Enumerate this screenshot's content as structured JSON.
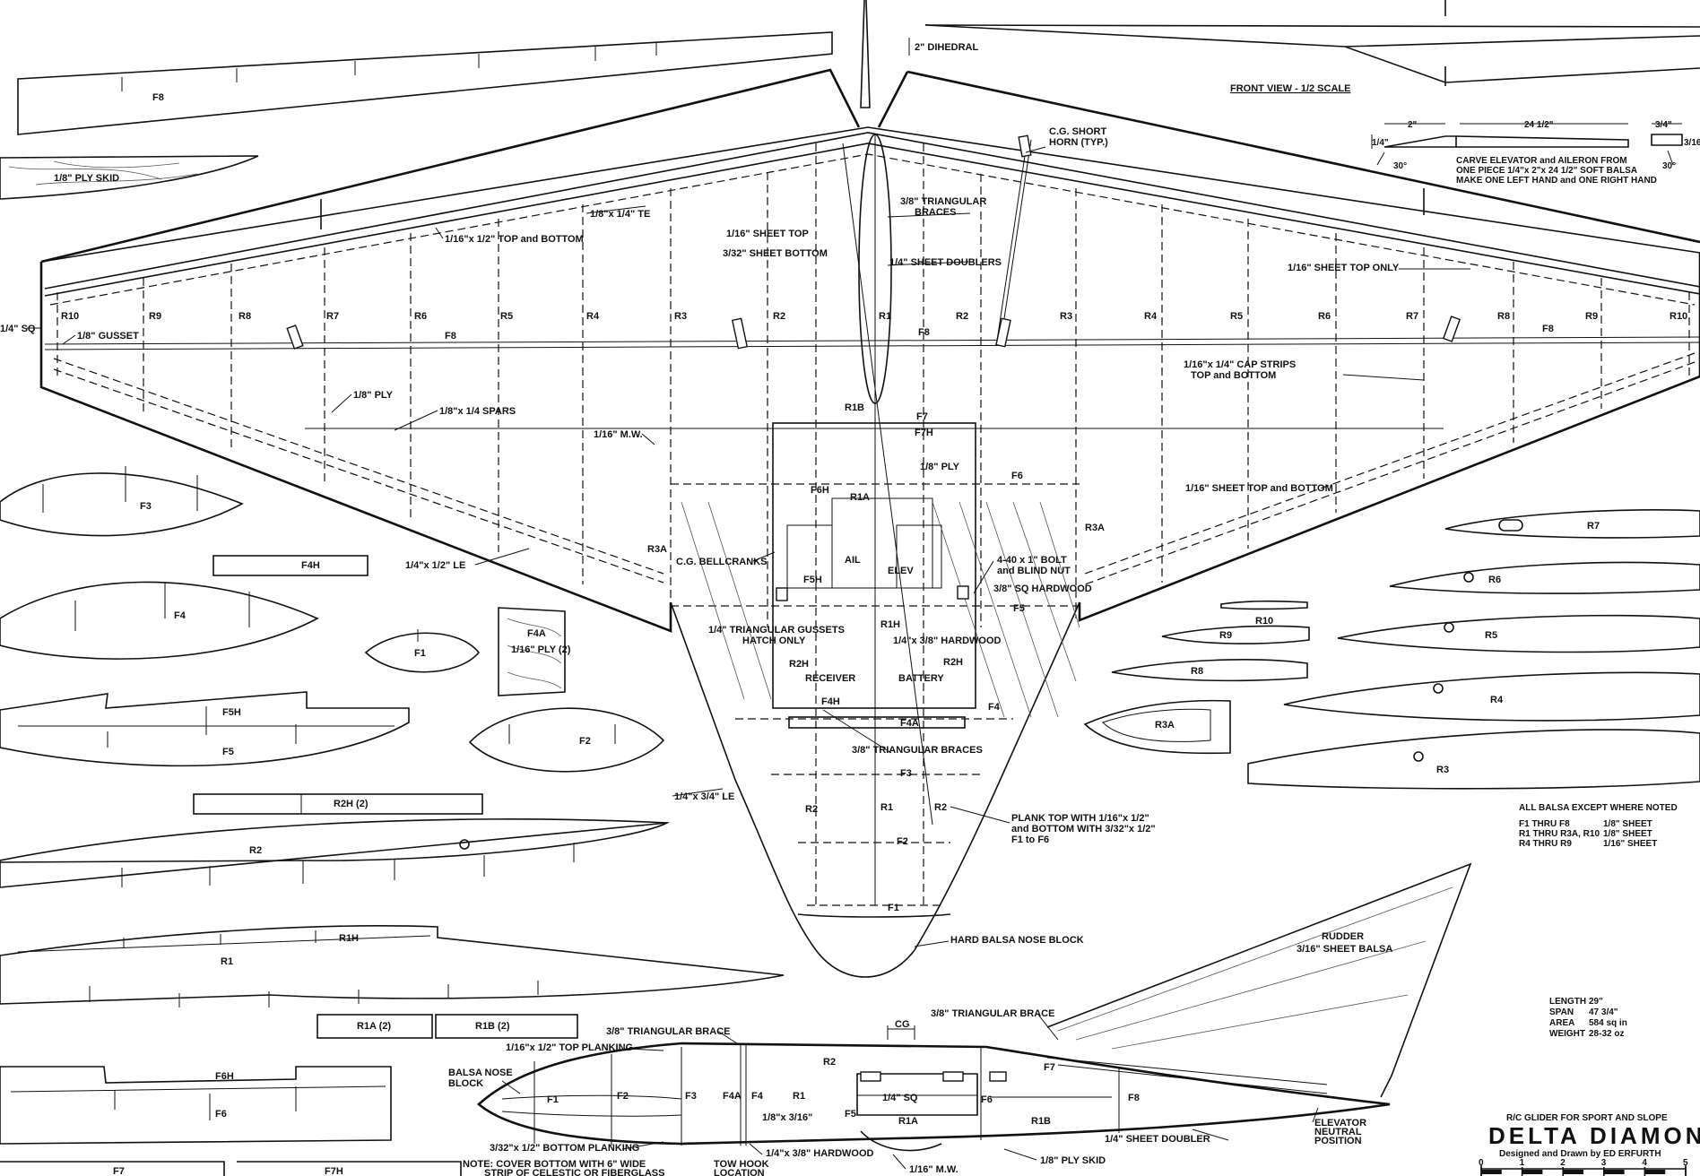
{
  "top_view": {
    "dihedral": "2\" DIHEDRAL",
    "cg_short_horn": [
      "C.G. SHORT",
      "HORN (TYP.)"
    ],
    "te_18x14": "1/8\"x 1/4\" TE",
    "cap_top_bottom": "1/16\"x 1/2\" TOP and BOTTOM",
    "sheet_top": "1/16\" SHEET TOP",
    "sheet_bottom": "3/32\" SHEET BOTTOM",
    "tri_braces": [
      "3/8\" TRIANGULAR",
      "BRACES"
    ],
    "sheet_doublers": "1/4\" SHEET DOUBLERS",
    "sheet_top_only": "1/16\" SHEET TOP ONLY",
    "sq_14": "1/4\" SQ",
    "gusset": "1/8\" GUSSET",
    "ply_18": "1/8\" PLY",
    "spars": "1/8\"x 1/4 SPARS",
    "mw": "1/16\" M.W.",
    "cap_strips": [
      "1/16\"x 1/4\" CAP STRIPS",
      "TOP and BOTTOM"
    ],
    "sheet_top_bottom": "1/16\" SHEET TOP and BOTTOM",
    "le_14x12": "1/4\"x 1/2\" LE",
    "cg_bellcranks": "C.G. BELLCRANKS",
    "bolt": [
      "4-40 x 1\" BOLT",
      "and BLIND NUT"
    ],
    "sq_hardwood": "3/8\" SQ HARDWOOD",
    "tri_gussets": [
      "1/4\" TRIANGULAR GUSSETS",
      "HATCH ONLY"
    ],
    "hardwood_14x38": "1/4\"x 3/8\" HARDWOOD",
    "receiver": "RECEIVER",
    "battery": "BATTERY",
    "tri_braces2": "3/8\" TRIANGULAR BRACES",
    "le_14x34": "1/4\"x 3/4\" LE",
    "plank": [
      "PLANK TOP WITH 1/16\"x 1/2\"",
      "and BOTTOM WITH 3/32\"x 1/2\"",
      "F1 to F6"
    ],
    "nose_block": "HARD BALSA NOSE BLOCK",
    "ply_18_center": "1/8\" PLY",
    "ail": "AIL",
    "elev": "ELEV",
    "ribs_left": [
      "R10",
      "R9",
      "R8",
      "R7",
      "R6",
      "R5",
      "R4",
      "R3",
      "R2",
      "R1"
    ],
    "ribs_right": [
      "R2",
      "R3",
      "R4",
      "R5",
      "R6",
      "R7",
      "R8",
      "R9",
      "R10"
    ],
    "center_labels": {
      "f8_left": "F8",
      "f8_center": "F8",
      "f8_right": "F8",
      "r1b": "R1B",
      "f7": "F7",
      "f7h": "F7H",
      "f6h": "F6H",
      "r1a": "R1A",
      "f6": "F6",
      "r3a_left": "R3A",
      "r3a_right": "R3A",
      "f5h": "F5H",
      "f5": "F5",
      "r1h": "R1H",
      "r2h_left": "R2H",
      "r2h_right": "R2H",
      "f4h": "F4H",
      "f4a": "F4A",
      "f4": "F4",
      "f3": "F3",
      "r2_left": "R2",
      "r1": "R1",
      "r2_right": "R2",
      "f2": "F2",
      "f1": "F1"
    }
  },
  "front_view": {
    "label": "FRONT VIEW - 1/2 SCALE"
  },
  "elevator_detail": {
    "dim_2": "2\"",
    "dim_24": "24 1/2\"",
    "dim_34": "3/4\"",
    "dim_14": "1/4\"",
    "dim_316": "3/16",
    "angle_left": "30°",
    "angle_right": "30°",
    "note": [
      "CARVE ELEVATOR and AILERON FROM",
      "ONE PIECE 1/4\"x 2\"x 24 1/2\" SOFT BALSA",
      "MAKE ONE LEFT HAND and ONE RIGHT HAND"
    ]
  },
  "parts_left": {
    "f8": "F8",
    "ply_skid": "1/8\" PLY SKID",
    "f3": "F3",
    "f4h": "F4H",
    "f4": "F4",
    "f4a": "F4A",
    "f4a_ply": "1/16\" PLY (2)",
    "f1": "F1",
    "f5h": "F5H",
    "f5": "F5",
    "f2": "F2",
    "r2h2": "R2H (2)",
    "r2": "R2",
    "r1h": "R1H",
    "r1": "R1",
    "r1a2": "R1A (2)",
    "r1b2": "R1B (2)",
    "f6h": "F6H",
    "f6": "F6",
    "f7": "F7",
    "f7h": "F7H"
  },
  "parts_right": {
    "r7": "R7",
    "r6": "R6",
    "r10": "R10",
    "r9": "R9",
    "r5": "R5",
    "r8": "R8",
    "r4": "R4",
    "r3a": "R3A",
    "r3": "R3"
  },
  "material_notes": {
    "header": "ALL BALSA EXCEPT WHERE NOTED",
    "rows": [
      {
        "parts": "F1 THRU F8",
        "size": "1/8\" SHEET"
      },
      {
        "parts": "R1 THRU R3A, R10",
        "size": "1/8\" SHEET"
      },
      {
        "parts": "R4 THRU R9",
        "size": "1/16\" SHEET"
      }
    ]
  },
  "specs": [
    {
      "label": "LENGTH",
      "value": "29\""
    },
    {
      "label": "SPAN",
      "value": "47 3/4\""
    },
    {
      "label": "AREA",
      "value": "584 sq in"
    },
    {
      "label": "WEIGHT",
      "value": "28-32 oz"
    }
  ],
  "rudder": [
    "RUDDER",
    "3/16\" SHEET BALSA"
  ],
  "side_view": {
    "cg": "CG",
    "tri_brace": "3/8\" TRIANGULAR BRACE",
    "tri_brace2": "3/8\" TRIANGULAR BRACE",
    "top_planking": "1/16\"x 1/2\" TOP PLANKING",
    "nose_block": [
      "BALSA NOSE",
      "BLOCK"
    ],
    "bottom_planking": "3/32\"x 1/2\" BOTTOM PLANKING",
    "note": [
      "NOTE: COVER BOTTOM WITH 6\" WIDE",
      "STRIP OF CELESTIC OR FIBERGLASS"
    ],
    "tow_hook": [
      "TOW HOOK",
      "LOCATION"
    ],
    "hardwood": "1/4\"x 3/8\" HARDWOOD",
    "mw": "1/16\" M.W.",
    "ply_skid": "1/8\" PLY SKID",
    "sheet_doubler": "1/4\" SHEET DOUBLER",
    "elev_neutral": [
      "ELEVATOR",
      "NEUTRAL",
      "POSITION"
    ],
    "sq": "1/4\" SQ",
    "x18_316": "1/8\"x 3/16\"",
    "labels": {
      "f1": "F1",
      "f2": "F2",
      "f3": "F3",
      "f4a": "F4A",
      "f4": "F4",
      "r1": "R1",
      "r2": "R2",
      "f5": "F5",
      "r1a": "R1A",
      "f6": "F6",
      "r1b": "R1B",
      "f7": "F7",
      "f8": "F8"
    }
  },
  "title_block": {
    "subtitle": "R/C GLIDER FOR SPORT AND SLOPE",
    "title": "DELTA DIAMOND",
    "designer": "Designed and Drawn by ED ERFURTH",
    "scale_ticks": [
      "0",
      "1",
      "2",
      "3",
      "4",
      "5"
    ]
  }
}
